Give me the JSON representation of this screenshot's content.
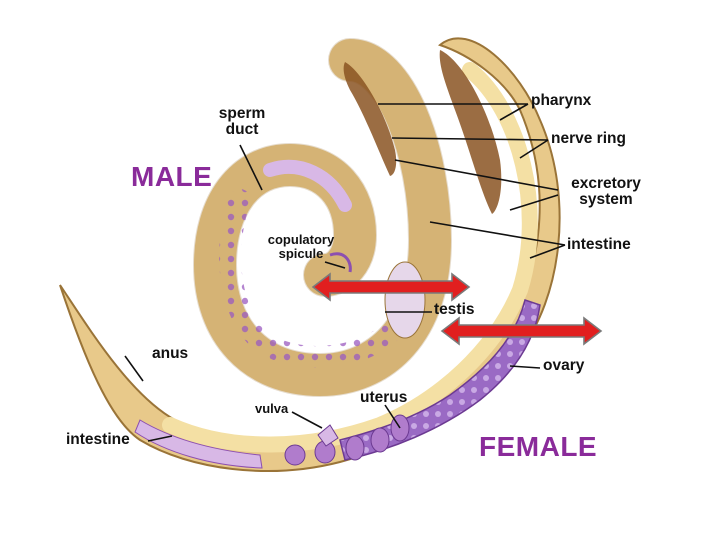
{
  "labels": {
    "male": "MALE",
    "female": "FEMALE",
    "sperm_duct_1": "sperm",
    "sperm_duct_2": "duct",
    "copulatory_1": "copulatory",
    "copulatory_2": "spicule",
    "pharynx": "pharynx",
    "nerve_ring": "nerve ring",
    "excretory_1": "excretory",
    "excretory_2": "system",
    "intestine_right": "intestine",
    "testis": "testis",
    "ovary": "ovary",
    "anus": "anus",
    "vulva": "vulva",
    "uterus": "uterus",
    "intestine_left": "intestine"
  },
  "colors": {
    "male_label": "#8a2b9a",
    "female_label": "#8a2b9a",
    "body_tan": "#e8c98a",
    "body_outline": "#9a7438",
    "intestine_yellow": "#f1d98e",
    "gonad_lilac": "#d8b8e6",
    "gonad_purple": "#8c4fb0",
    "pharynx_brown": "#8a5422",
    "arrow_red": "#e11f1f",
    "arrow_outline": "#7a7a7a"
  }
}
